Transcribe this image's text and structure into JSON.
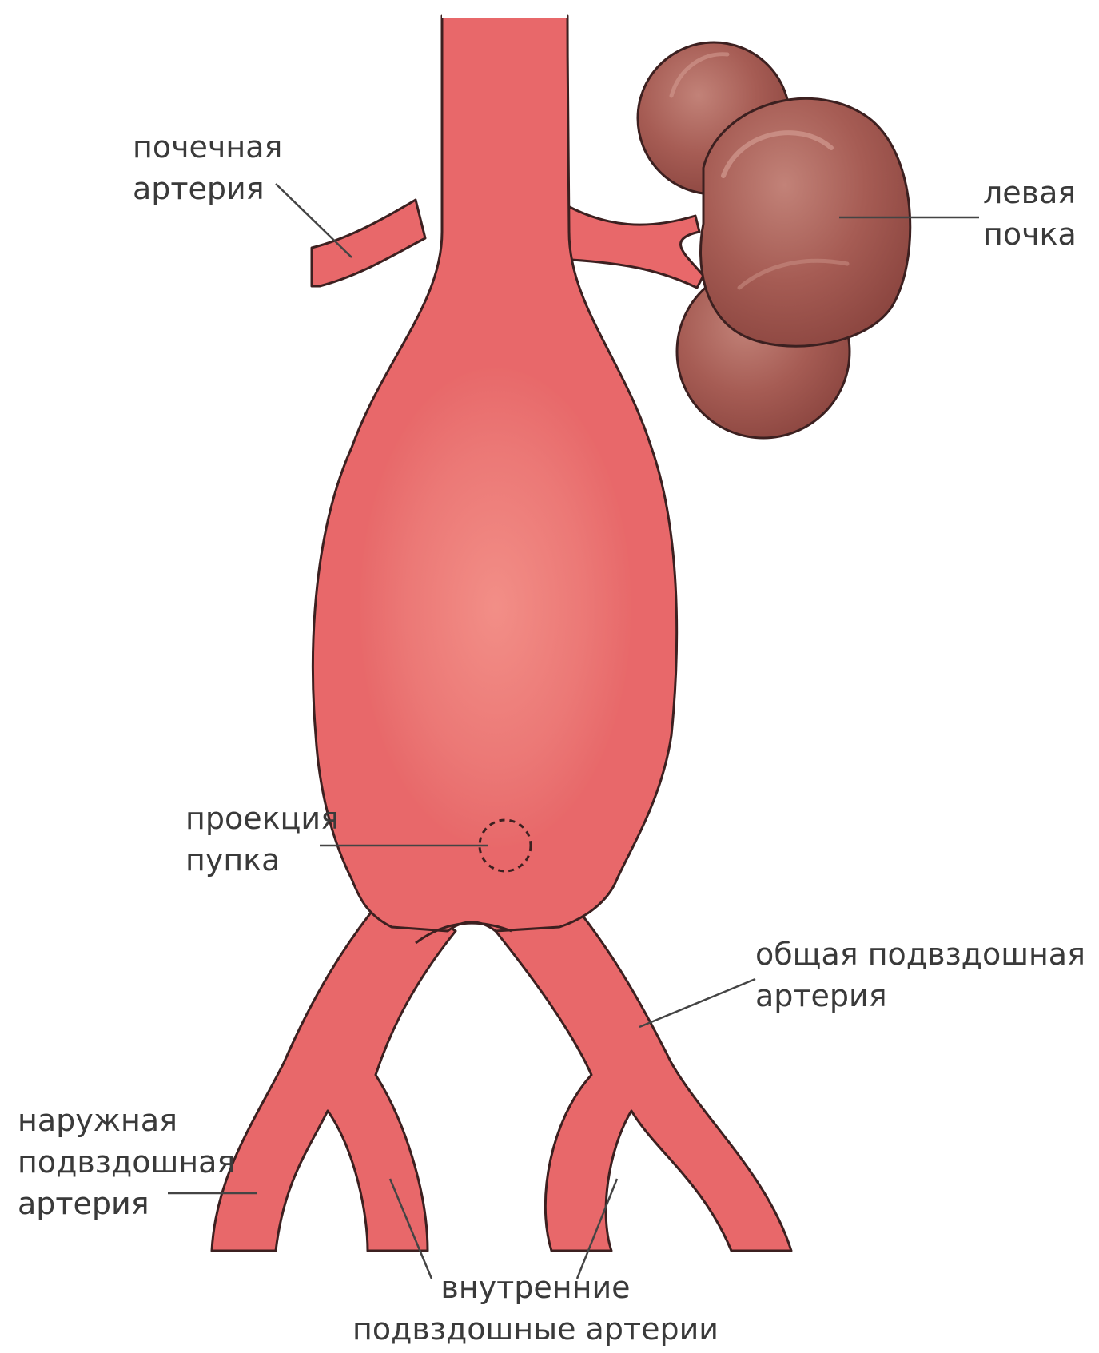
{
  "labels": {
    "renal_artery": [
      "почечная",
      "артерия"
    ],
    "left_kidney": [
      "левая",
      "почка"
    ],
    "navel_projection": [
      "проекция",
      "пупка"
    ],
    "common_iliac": [
      "общая подвздошная",
      "артерия"
    ],
    "external_iliac": [
      "наружная",
      "подвздошная",
      "артерия"
    ],
    "internal_iliac": [
      "внутренние",
      "подвздошные артерии"
    ]
  },
  "colors": {
    "artery": "#e8686a",
    "artery_light": "#f2908a",
    "outline": "#3c2020",
    "kidney": "#9a4f48",
    "kidney_light": "#c08076",
    "leader_line": "#444444"
  }
}
